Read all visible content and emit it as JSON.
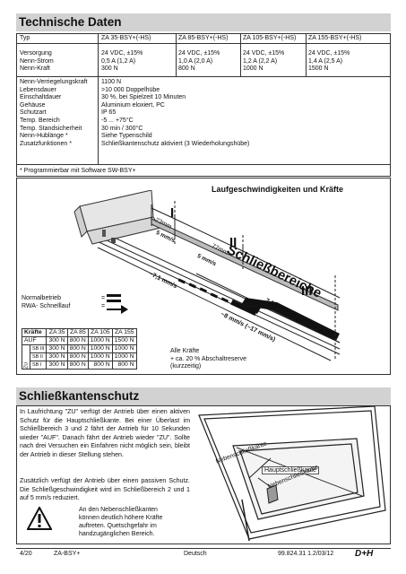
{
  "section1": {
    "title": "Technische Daten",
    "header": {
      "typ": "Typ",
      "models": [
        "ZA 35-BSY+(-HS)",
        "ZA 85-BSY+(-HS)",
        "ZA 105-BSY+(-HS)",
        "ZA 155-BSY+(-HS)"
      ]
    },
    "power_labels": [
      "Versorgung",
      "Nenn-Strom",
      "Nenn-Kraft"
    ],
    "power_values": [
      [
        "24 VDC, ±15%",
        "0,5 A (1,2 A)",
        "300 N"
      ],
      [
        "24 VDC, ±15%",
        "1,0 A (2,0 A)",
        "800 N"
      ],
      [
        "24 VDC, ±15%",
        "1,2 A (2,2 A)",
        "1000 N"
      ],
      [
        "24 VDC, ±15%",
        "1,4 A (2,5 A)",
        "1500 N"
      ]
    ],
    "general_labels": [
      "Nenn-Verriegelungskraft",
      "Lebensdauer",
      "Einschaltdauer",
      "Gehäuse",
      "Schutzart",
      "Temp. Bereich",
      "Temp. Standsicherheit",
      "Nenn-Hublänge *",
      "Zusatzfunktionen *"
    ],
    "general_values": [
      "1100 N",
      ">10 000 Doppelhübe",
      "30 %, bei Spielzeit 10 Minuten",
      "Aluminium eloxiert, PC",
      "IP 65",
      "-5 ... +75°C",
      "30 min / 300°C",
      "Siehe Typenschild",
      "Schließkantenschutz aktiviert (3 Wiederholungshübe)"
    ],
    "footnote": "* Programmierbar mit Software SW-BSY+"
  },
  "diagram": {
    "title": "Laufgeschwindigkeiten und Kräfte",
    "zone_i": "I",
    "zone_ii": "II",
    "zone_iii": "III",
    "big_label": "Schließbereiche",
    "dim_23": "23mm",
    "dim_77": "77mm",
    "speed_5a": "5 mm/s",
    "speed_5b": "5 mm/s",
    "speed_7": "~7,1 mm/s",
    "speed_8": "~8 mm/s (~17 mm/s)",
    "speed_71": "7,1 mm/s",
    "legend_normal": "Normalbetrieb",
    "legend_rwa": "RWA- Schnelllauf",
    "legend_eq": "=",
    "note_line1": "Alle Kräfte",
    "note_line2": "+ ca. 20 % Abschaltreserve",
    "note_line3": "(kurzzeitig)"
  },
  "force_table": {
    "header": [
      "Kräfte",
      "ZA 35",
      "ZA 85",
      "ZA 105",
      "ZA 155"
    ],
    "zu_label": "ZU",
    "rows": [
      {
        "label": "AUF",
        "values": [
          "300 N",
          "800 N",
          "1000 N",
          "1500 N"
        ]
      },
      {
        "label": "SB III",
        "values": [
          "300 N",
          "800 N",
          "1000 N",
          "1000 N"
        ]
      },
      {
        "label": "SB II",
        "values": [
          "300 N",
          "800 N",
          "1000 N",
          "1000 N"
        ]
      },
      {
        "label": "SB I",
        "values": [
          "300 N",
          "800 N",
          "800 N",
          "800 N"
        ]
      }
    ]
  },
  "section2": {
    "title": "Schließkantenschutz",
    "para1": "In Laufrichtung \"ZU\" verfügt der Antrieb über einen aktiven Schutz für die Hauptschließkante. Bei einer Überlast im Schließbereich 3 und 2 fährt der Antrieb für 10 Sekunden wieder \"AUF\". Danach fährt der Antrieb wieder \"ZU\". Sollte nach drei Versuchen ein Einfahren nicht möglich sein, bleibt der Antrieb in dieser Stellung stehen.",
    "para2": "Zusätzlich verfügt der Antrieb über einen passiven Schutz. Die Schließgeschwindigkeit wird im Schließbereich 2 und 1 auf 5 mm/s reduziert.",
    "warning": "An den Nebenschließkanten können deutlich höhere Kräfte auftreten. Quetschgefahr im handzugänglichen Bereich.",
    "label_neben1": "Nebenschließkante",
    "label_haupt": "Hauptschließkante",
    "label_neben2": "Nebenschließkante"
  },
  "footer": {
    "page": "4/20",
    "product": "ZA-BSY+",
    "language": "Deutsch",
    "docno": "99.824.31 1.2/03/12",
    "logo": "D+H"
  }
}
